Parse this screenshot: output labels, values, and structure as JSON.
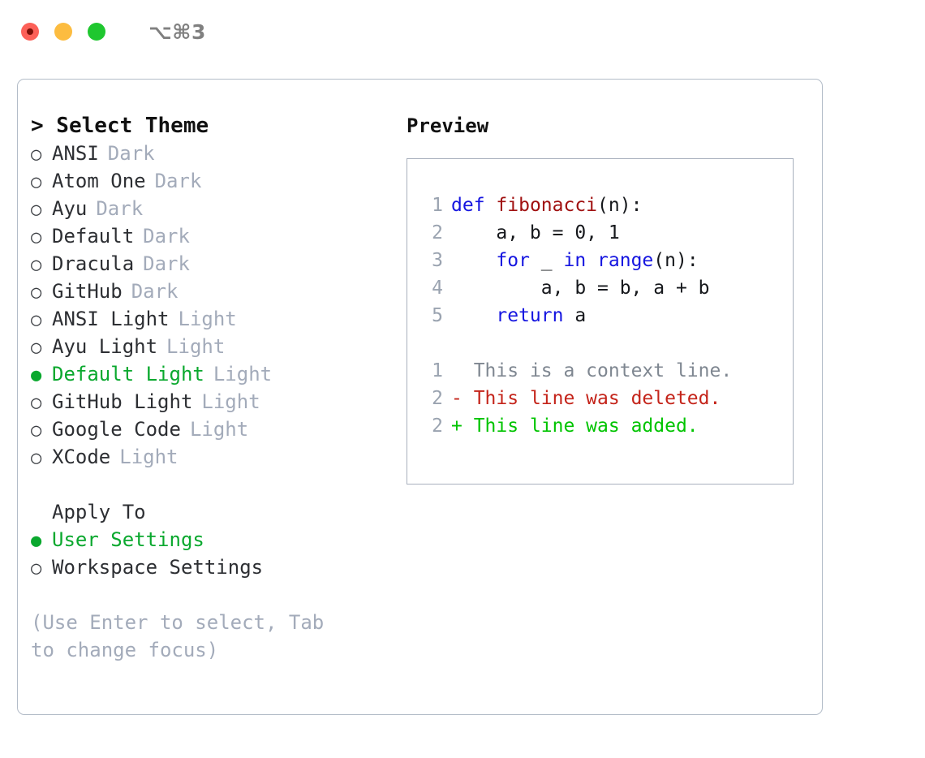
{
  "window": {
    "shortcut": "⌥⌘3",
    "traffic_lights": [
      {
        "name": "close",
        "color": "#fc6058"
      },
      {
        "name": "minimize",
        "color": "#fcbc40"
      },
      {
        "name": "zoom",
        "color": "#1fc72f"
      }
    ]
  },
  "theme_panel": {
    "title": "> Select Theme",
    "selected_bullet": "●",
    "unselected_bullet": "○",
    "items": [
      {
        "bullet": "○",
        "name": "ANSI",
        "tag": "Dark",
        "selected": false
      },
      {
        "bullet": "○",
        "name": "Atom One",
        "tag": "Dark",
        "selected": false
      },
      {
        "bullet": "○",
        "name": "Ayu",
        "tag": "Dark",
        "selected": false
      },
      {
        "bullet": "○",
        "name": "Default",
        "tag": "Dark",
        "selected": false
      },
      {
        "bullet": "○",
        "name": "Dracula",
        "tag": "Dark",
        "selected": false
      },
      {
        "bullet": "○",
        "name": "GitHub",
        "tag": "Dark",
        "selected": false
      },
      {
        "bullet": "○",
        "name": "ANSI Light",
        "tag": "Light",
        "selected": false
      },
      {
        "bullet": "○",
        "name": "Ayu Light",
        "tag": "Light",
        "selected": false
      },
      {
        "bullet": "●",
        "name": "Default Light",
        "tag": "Light",
        "selected": true
      },
      {
        "bullet": "○",
        "name": "GitHub Light",
        "tag": "Light",
        "selected": false
      },
      {
        "bullet": "○",
        "name": "Google Code",
        "tag": "Light",
        "selected": false
      },
      {
        "bullet": "○",
        "name": "XCode",
        "tag": "Light",
        "selected": false
      }
    ]
  },
  "apply_to": {
    "title": "Apply To",
    "options": [
      {
        "bullet": "●",
        "label": "User Settings",
        "selected": true
      },
      {
        "bullet": "○",
        "label": "Workspace Settings",
        "selected": false
      }
    ]
  },
  "hint": "(Use Enter to select, Tab to change focus)",
  "preview": {
    "title": "Preview",
    "code_lines": [
      {
        "no": "1",
        "tokens": [
          {
            "t": "def",
            "k": "kw"
          },
          {
            "t": " ",
            "k": "plain"
          },
          {
            "t": "fibonacci",
            "k": "fn"
          },
          {
            "t": "(n):",
            "k": "plain"
          }
        ]
      },
      {
        "no": "2",
        "tokens": [
          {
            "t": "    a, b = 0, 1",
            "k": "plain"
          }
        ]
      },
      {
        "no": "3",
        "tokens": [
          {
            "t": "    ",
            "k": "plain"
          },
          {
            "t": "for",
            "k": "kw"
          },
          {
            "t": " _ ",
            "k": "plain"
          },
          {
            "t": "in",
            "k": "kw"
          },
          {
            "t": " ",
            "k": "plain"
          },
          {
            "t": "range",
            "k": "kw"
          },
          {
            "t": "(n):",
            "k": "plain"
          }
        ]
      },
      {
        "no": "4",
        "tokens": [
          {
            "t": "        a, b = b, a + b",
            "k": "plain"
          }
        ]
      },
      {
        "no": "5",
        "tokens": [
          {
            "t": "    ",
            "k": "plain"
          },
          {
            "t": "return",
            "k": "kw"
          },
          {
            "t": " a",
            "k": "plain"
          }
        ]
      }
    ],
    "diff_lines": [
      {
        "no": "1",
        "marker": "  ",
        "text": "This is a context line.",
        "kind": "context"
      },
      {
        "no": "2",
        "marker": "- ",
        "text": "This line was deleted.",
        "kind": "removed"
      },
      {
        "no": "2",
        "marker": "+ ",
        "text": "This line was added.",
        "kind": "added"
      }
    ]
  },
  "colors": {
    "accent_green": "#0aa82e",
    "diff_added": "#00c400",
    "diff_removed": "#c4241a",
    "keyword_blue": "#1515e0",
    "function_red": "#a01010",
    "muted": "#a3abba",
    "border": "#b3bcc8"
  }
}
